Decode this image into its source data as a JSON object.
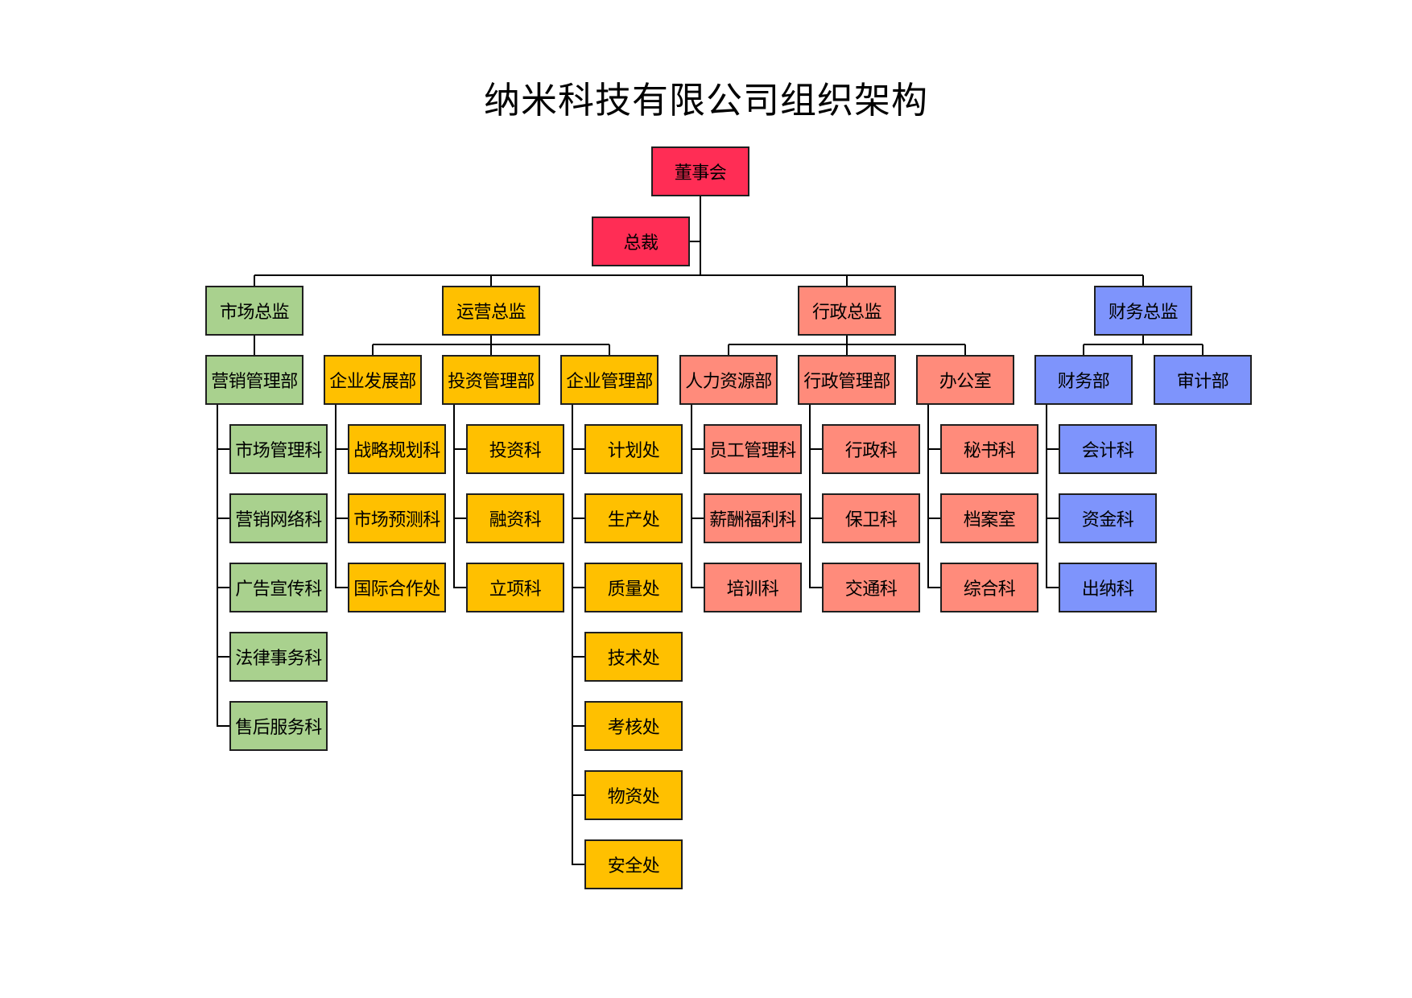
{
  "title": "纳米科技有限公司组织架构",
  "colors": {
    "board": "#ff2d55",
    "market": "#a9d18e",
    "operations": "#ffc000",
    "administration": "#ff8b7b",
    "finance": "#7e94fc",
    "line": "#000000"
  },
  "board": "董事会",
  "president": "总裁",
  "directors": {
    "market": {
      "label": "市场总监",
      "depts": [
        {
          "label": "营销管理部",
          "units": [
            "市场管理科",
            "营销网络科",
            "广告宣传科",
            "法律事务科",
            "售后服务科"
          ]
        }
      ]
    },
    "operations": {
      "label": "运营总监",
      "depts": [
        {
          "label": "企业发展部",
          "units": [
            "战略规划科",
            "市场预测科",
            "国际合作处"
          ]
        },
        {
          "label": "投资管理部",
          "units": [
            "投资科",
            "融资科",
            "立项科"
          ]
        },
        {
          "label": "企业管理部",
          "units": [
            "计划处",
            "生产处",
            "质量处",
            "技术处",
            "考核处",
            "物资处",
            "安全处"
          ]
        }
      ]
    },
    "administration": {
      "label": "行政总监",
      "depts": [
        {
          "label": "人力资源部",
          "units": [
            "员工管理科",
            "薪酬福利科",
            "培训科"
          ]
        },
        {
          "label": "行政管理部",
          "units": [
            "行政科",
            "保卫科",
            "交通科"
          ]
        },
        {
          "label": "办公室",
          "units": [
            "秘书科",
            "档案室",
            "综合科"
          ]
        }
      ]
    },
    "finance": {
      "label": "财务总监",
      "depts": [
        {
          "label": "财务部",
          "units": [
            "会计科",
            "资金科",
            "出纳科"
          ]
        },
        {
          "label": "审计部",
          "units": []
        }
      ]
    }
  }
}
